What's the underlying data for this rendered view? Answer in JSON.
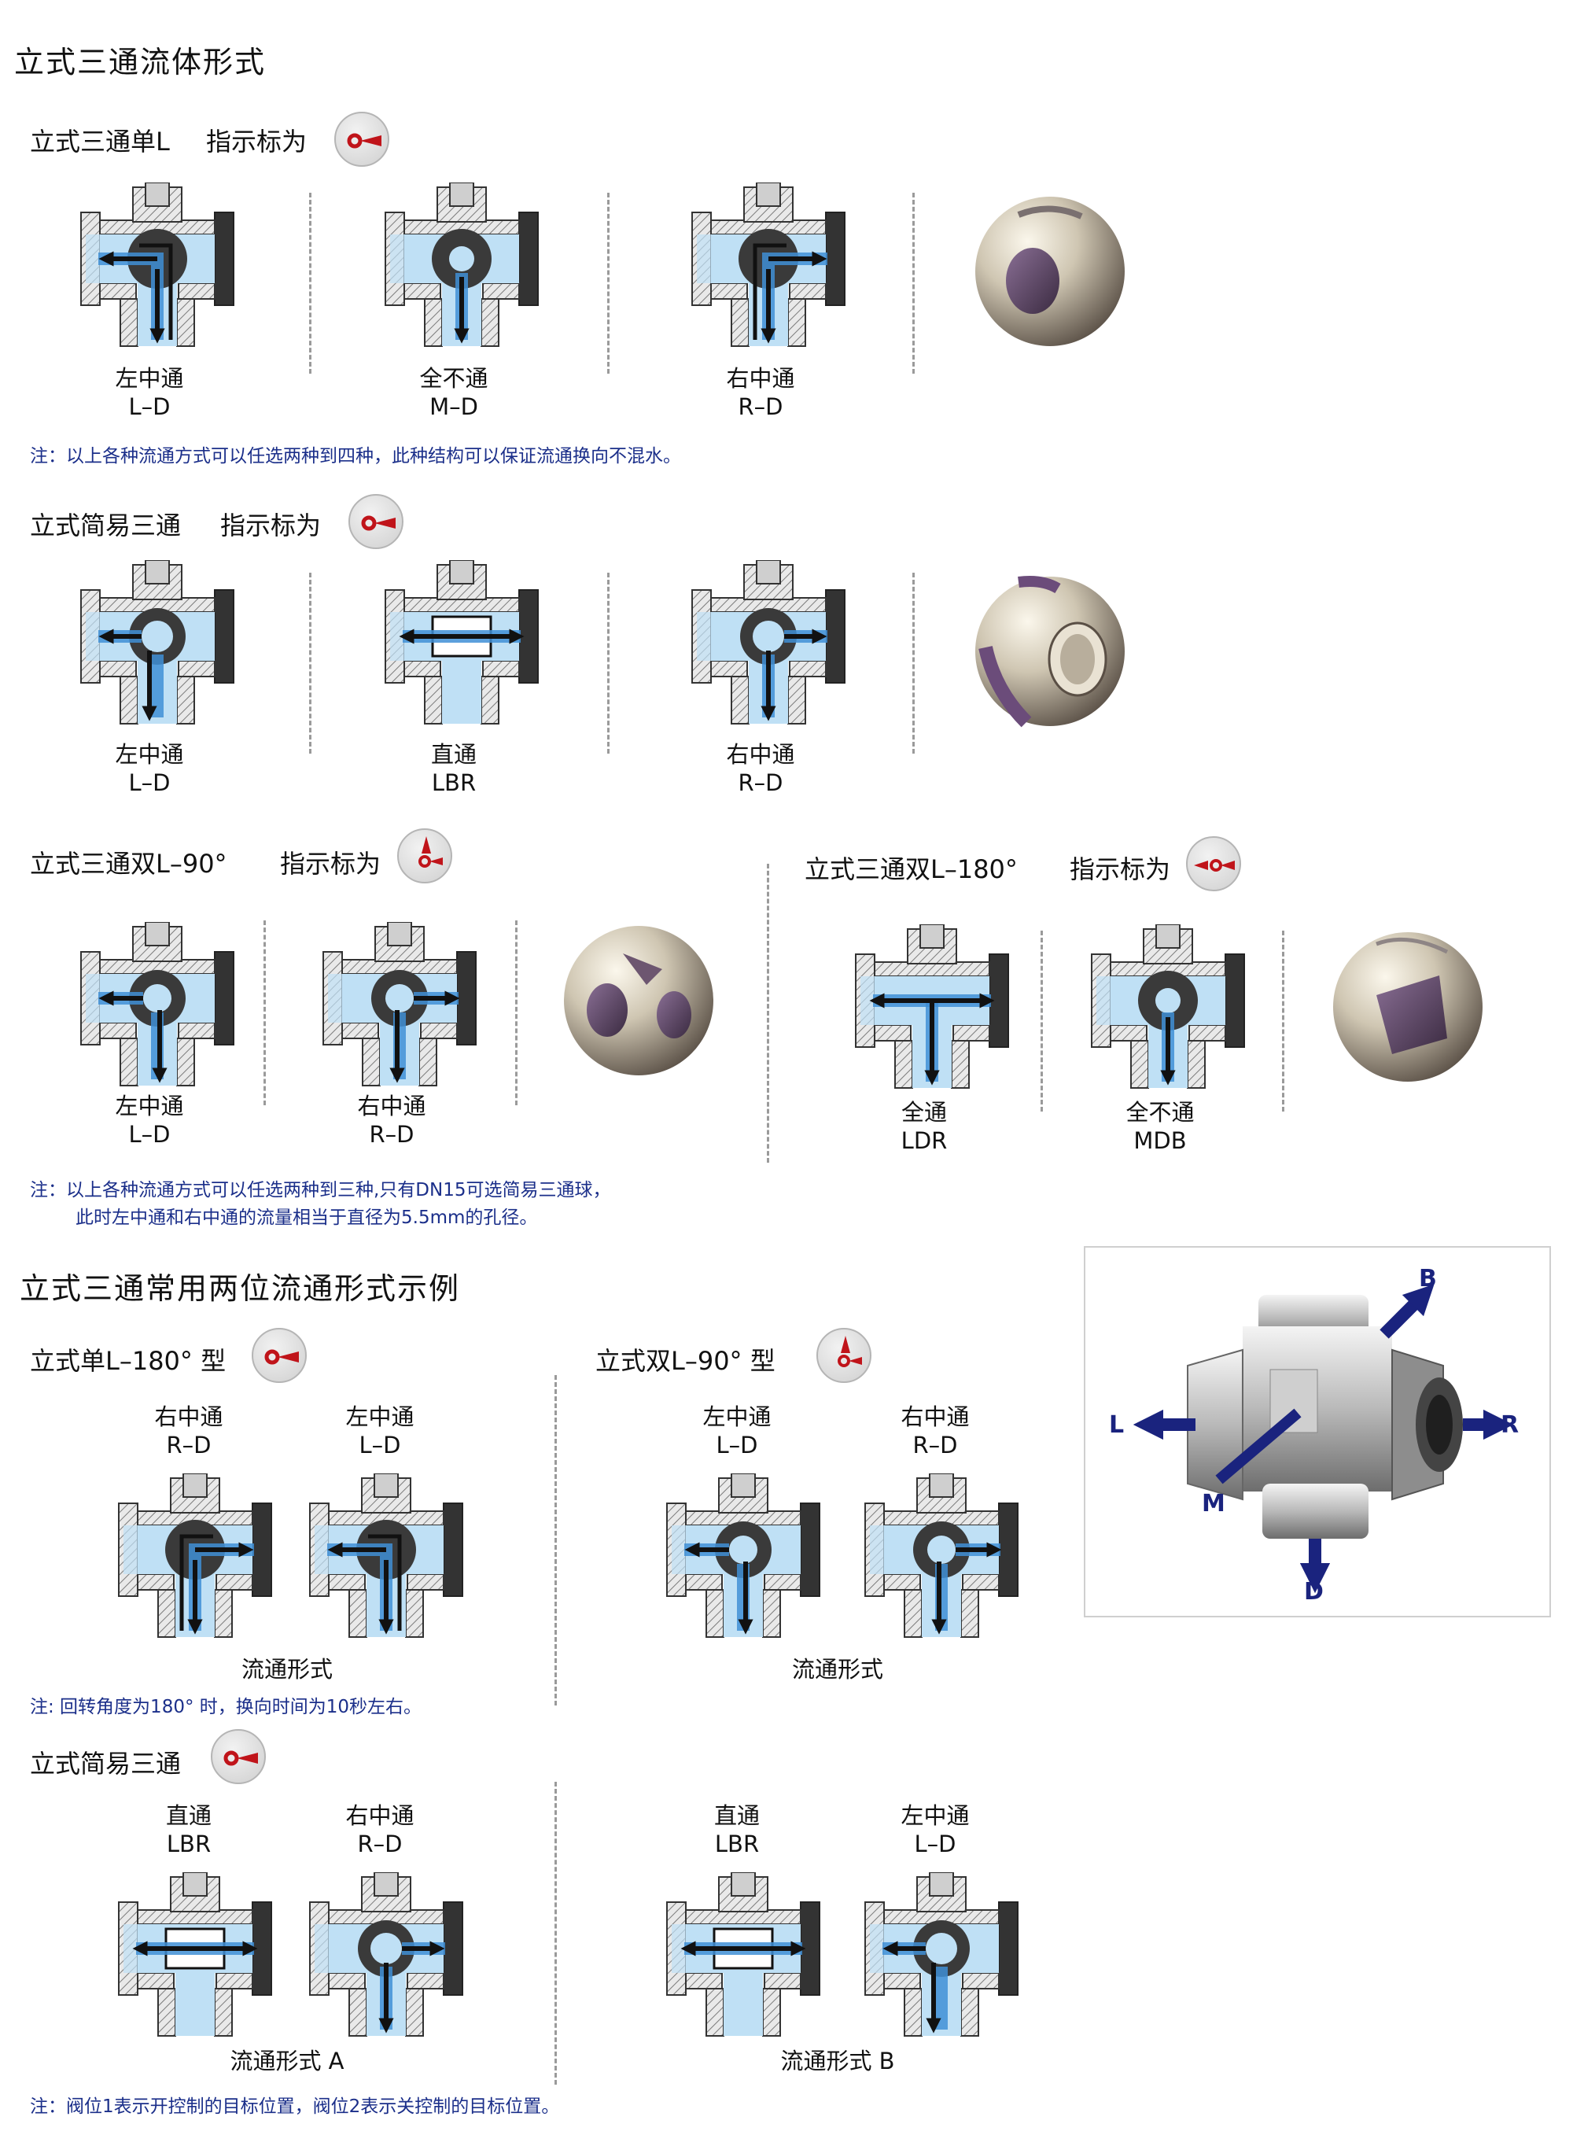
{
  "title": "立式三通流体形式",
  "section1": {
    "heading": "立式三通单L",
    "indicator_label": "指示标为",
    "valves": [
      {
        "name": "左中通",
        "code": "L–D"
      },
      {
        "name": "全不通",
        "code": "M–D"
      },
      {
        "name": "右中通",
        "code": "R–D"
      }
    ],
    "note": "注：以上各种流通方式可以任选两种到四种，此种结构可以保证流通换向不混水。"
  },
  "section2": {
    "heading": "立式简易三通",
    "indicator_label": "指示标为",
    "valves": [
      {
        "name": "左中通",
        "code": "L–D"
      },
      {
        "name": "直通",
        "code": "LBR"
      },
      {
        "name": "右中通",
        "code": "R–D"
      }
    ]
  },
  "section3": {
    "heading": "立式三通双L–90°",
    "indicator_label": "指示标为",
    "valves": [
      {
        "name": "左中通",
        "code": "L–D"
      },
      {
        "name": "右中通",
        "code": "R–D"
      }
    ]
  },
  "section4": {
    "heading": "立式三通双L–180°",
    "indicator_label": "指示标为",
    "valves": [
      {
        "name": "全通",
        "code": "LDR"
      },
      {
        "name": "全不通",
        "code": "MDB"
      }
    ]
  },
  "note2": {
    "line1": "注：以上各种流通方式可以任选两种到三种,只有DN15可选简易三通球，",
    "line2": "此时左中通和右中通的流量相当于直径为5.5mm的孔径。"
  },
  "title2": "立式三通常用两位流通形式示例",
  "example1": {
    "heading": "立式单L–180°  型",
    "valves": [
      {
        "name": "右中通",
        "code": "R–D"
      },
      {
        "name": "左中通",
        "code": "L–D"
      }
    ],
    "caption": "流通形式"
  },
  "example2": {
    "heading": "立式双L–90°  型",
    "valves": [
      {
        "name": "左中通",
        "code": "L–D"
      },
      {
        "name": "右中通",
        "code": "R–D"
      }
    ],
    "caption": "流通形式"
  },
  "note3": "注:  回转角度为180°  时，换向时间为10秒左右。",
  "example3": {
    "heading": "立式简易三通",
    "groupA": {
      "valves": [
        {
          "name": "直通",
          "code": "LBR"
        },
        {
          "name": "右中通",
          "code": "R–D"
        }
      ],
      "caption": "流通形式  A"
    },
    "groupB": {
      "valves": [
        {
          "name": "直通",
          "code": "LBR"
        },
        {
          "name": "左中通",
          "code": "L–D"
        }
      ],
      "caption": "流通形式  B"
    }
  },
  "note4": "注：阀位1表示开控制的目标位置，阀位2表示关控制的目标位置。",
  "directions": {
    "b": "B",
    "l": "L",
    "r": "R",
    "m": "M",
    "d": "D"
  },
  "colors": {
    "water": "#bfe0f5",
    "flow_blue": "#3f8fd6",
    "ball": "#3a3a3a",
    "note": "#1b2f8a",
    "arrow_dark": "#1a237e",
    "indicator_red": "#c0141a"
  }
}
